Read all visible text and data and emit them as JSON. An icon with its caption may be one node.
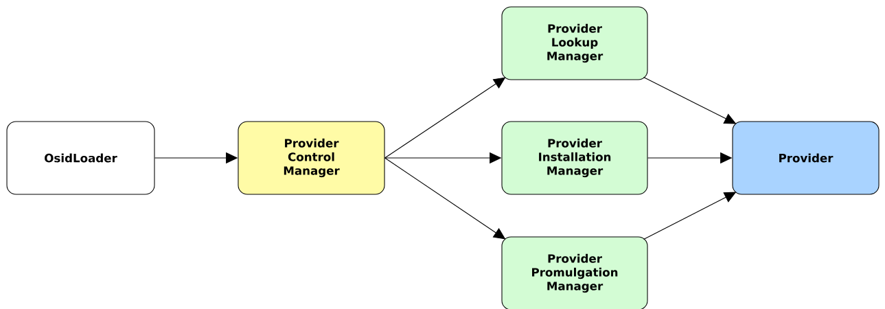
{
  "diagram": {
    "nodes": [
      {
        "text": [
          "OsidLoader"
        ]
      },
      {
        "text": [
          "Provider Control Manager"
        ]
      },
      {
        "text": [
          "Provider Lookup Manager"
        ]
      },
      {
        "text": [
          "Provider Installation Manager"
        ]
      },
      {
        "text": [
          "Provider Promulgation Manager"
        ]
      },
      {
        "text": [
          "Provider"
        ]
      }
    ],
    "edges": [
      {
        "from": 0,
        "to": 1,
        "arrow": "to"
      },
      {
        "from": 1,
        "to": 2,
        "arrow": "to"
      },
      {
        "from": 1,
        "to": 3,
        "arrow": "to"
      },
      {
        "from": 1,
        "to": 4,
        "arrow": "to"
      },
      {
        "from": 2,
        "to": 5,
        "arrow": "to"
      },
      {
        "from": 3,
        "to": 5,
        "arrow": "to"
      },
      {
        "from": 4,
        "to": 5,
        "arrow": "to"
      }
    ]
  }
}
